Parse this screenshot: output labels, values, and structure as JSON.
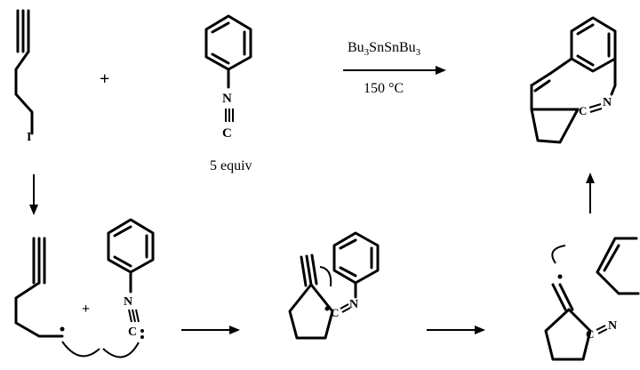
{
  "labels": {
    "plus": "+",
    "reagent": "Bu3SnSnBu3",
    "conditions": "150 °C",
    "equiv": "5 equiv"
  },
  "atoms": {
    "iodine": "I",
    "nitrogen": "N",
    "carbon": "C",
    "c_imine": "C",
    "n_imine": "N"
  },
  "colors": {
    "ink": "#000000",
    "background": "#ffffff"
  }
}
